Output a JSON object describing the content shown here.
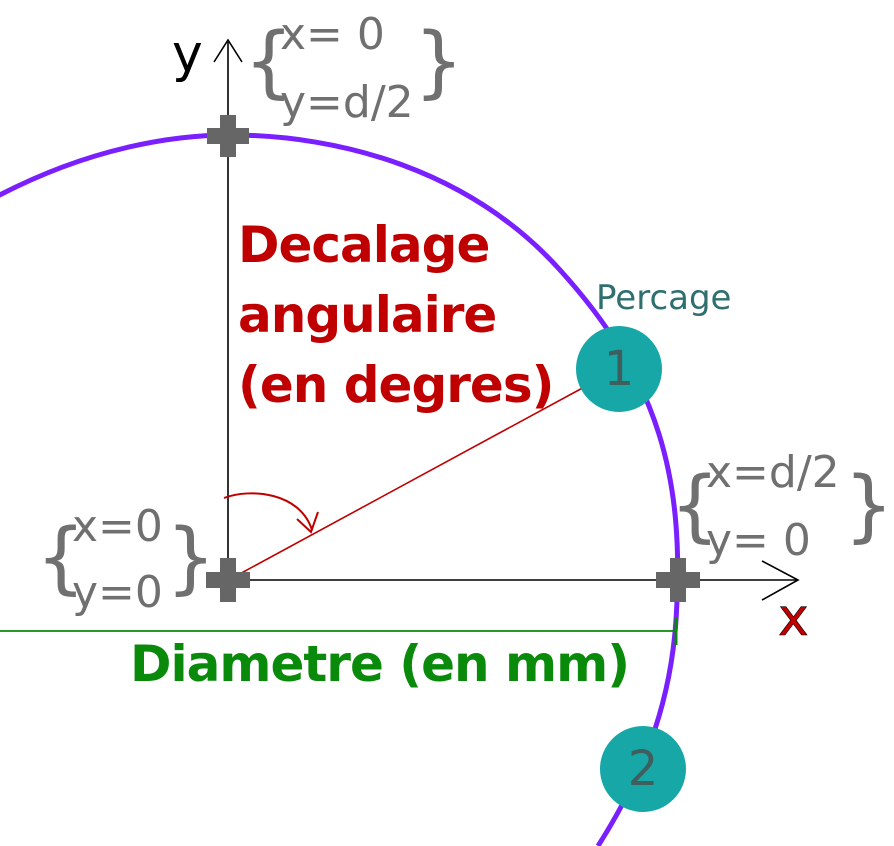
{
  "axes": {
    "y_label": "y",
    "x_label": "x"
  },
  "points": {
    "top": {
      "x_line": "x=  0",
      "y_line": "y=d/2"
    },
    "origin": {
      "x_line": "x=0",
      "y_line": "y=0"
    },
    "right": {
      "x_line": "x=d/2",
      "y_line": "y=  0"
    }
  },
  "angle_label": {
    "line1": "Decalage",
    "line2": "angulaire",
    "line3": "(en degres)"
  },
  "diameter_label": "Diametre (en mm)",
  "percage_label": "Percage",
  "holes": [
    {
      "number": "1"
    },
    {
      "number": "2"
    }
  ],
  "colors": {
    "circle": "#7a1fff",
    "angle": "#c00000",
    "diameter": "#0a8a0a",
    "hole": "#17a7a7",
    "markers": "#666666"
  }
}
